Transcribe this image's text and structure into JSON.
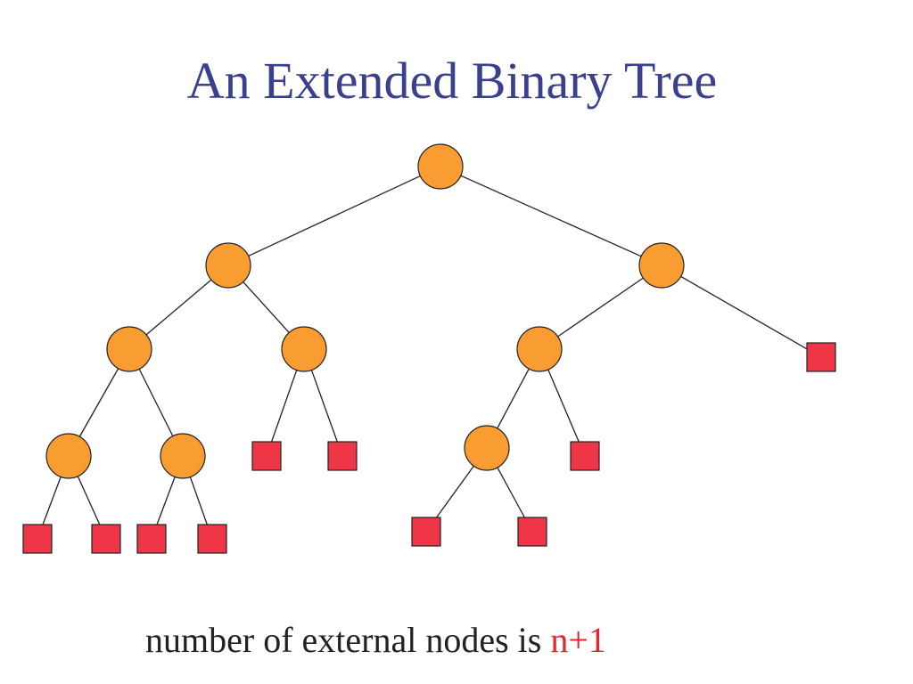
{
  "slide": {
    "title": "An Extended Binary Tree",
    "caption_text": "number of external nodes is ",
    "caption_highlight": "n+1"
  },
  "colors": {
    "title": "#39418f",
    "internal_node_fill": "#f99d33",
    "external_node_fill": "#ef3646",
    "edge": "#222222",
    "highlight": "#e8242c"
  },
  "tree": {
    "nodes": [
      {
        "id": "root",
        "kind": "internal"
      },
      {
        "id": "L",
        "kind": "internal"
      },
      {
        "id": "R",
        "kind": "internal"
      },
      {
        "id": "LL",
        "kind": "internal"
      },
      {
        "id": "LR",
        "kind": "internal"
      },
      {
        "id": "RL",
        "kind": "internal"
      },
      {
        "id": "RR",
        "kind": "external"
      },
      {
        "id": "LLL",
        "kind": "internal"
      },
      {
        "id": "LLR",
        "kind": "internal"
      },
      {
        "id": "LRL",
        "kind": "external"
      },
      {
        "id": "LRR",
        "kind": "external"
      },
      {
        "id": "RLL",
        "kind": "internal"
      },
      {
        "id": "RLR",
        "kind": "external"
      },
      {
        "id": "LLLL",
        "kind": "external"
      },
      {
        "id": "LLLR",
        "kind": "external"
      },
      {
        "id": "LLRL",
        "kind": "external"
      },
      {
        "id": "LLRR",
        "kind": "external"
      },
      {
        "id": "RLLL",
        "kind": "external"
      },
      {
        "id": "RLLR",
        "kind": "external"
      }
    ],
    "edges": [
      [
        "root",
        "L"
      ],
      [
        "root",
        "R"
      ],
      [
        "L",
        "LL"
      ],
      [
        "L",
        "LR"
      ],
      [
        "R",
        "RL"
      ],
      [
        "R",
        "RR"
      ],
      [
        "LL",
        "LLL"
      ],
      [
        "LL",
        "LLR"
      ],
      [
        "LR",
        "LRL"
      ],
      [
        "LR",
        "LRR"
      ],
      [
        "RL",
        "RLL"
      ],
      [
        "RL",
        "RLR"
      ],
      [
        "LLL",
        "LLLL"
      ],
      [
        "LLL",
        "LLLR"
      ],
      [
        "LLR",
        "LLRL"
      ],
      [
        "LLR",
        "LLRR"
      ],
      [
        "RLL",
        "RLLL"
      ],
      [
        "RLL",
        "RLLR"
      ]
    ]
  }
}
